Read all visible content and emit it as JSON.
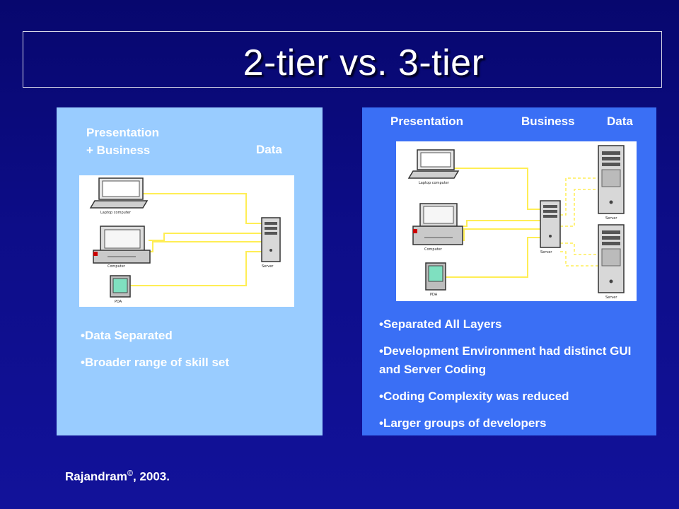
{
  "slide": {
    "title": "2-tier vs. 3-tier"
  },
  "two_tier": {
    "label_presentation": "Presentation",
    "label_business": "+ Business",
    "label_data": "Data",
    "device_labels": {
      "laptop": "Laptop computer",
      "computer": "Computer",
      "pda": "PDA",
      "server": "Server"
    },
    "bullets": [
      "Data Separated",
      "Broader range of skill set"
    ]
  },
  "three_tier": {
    "label_presentation": "Presentation",
    "label_business": "Business",
    "label_data": "Data",
    "device_labels": {
      "laptop": "Laptop computer",
      "computer": "Computer",
      "pda": "PDA",
      "server": "Server",
      "data_server_top": "Server",
      "data_server_bottom": "Server"
    },
    "bullets": [
      "Separated All Layers",
      "Development Environment had distinct GUI and Server Coding",
      "Coding Complexity was reduced",
      "Larger groups of developers"
    ]
  },
  "footer": {
    "author": "Rajandram",
    "symbol": "©",
    "year": ", 2003."
  },
  "colors": {
    "background": "#0b0b80",
    "left_panel": "#99ccff",
    "right_panel": "#3a6ff5",
    "connector": "#ffee55"
  }
}
